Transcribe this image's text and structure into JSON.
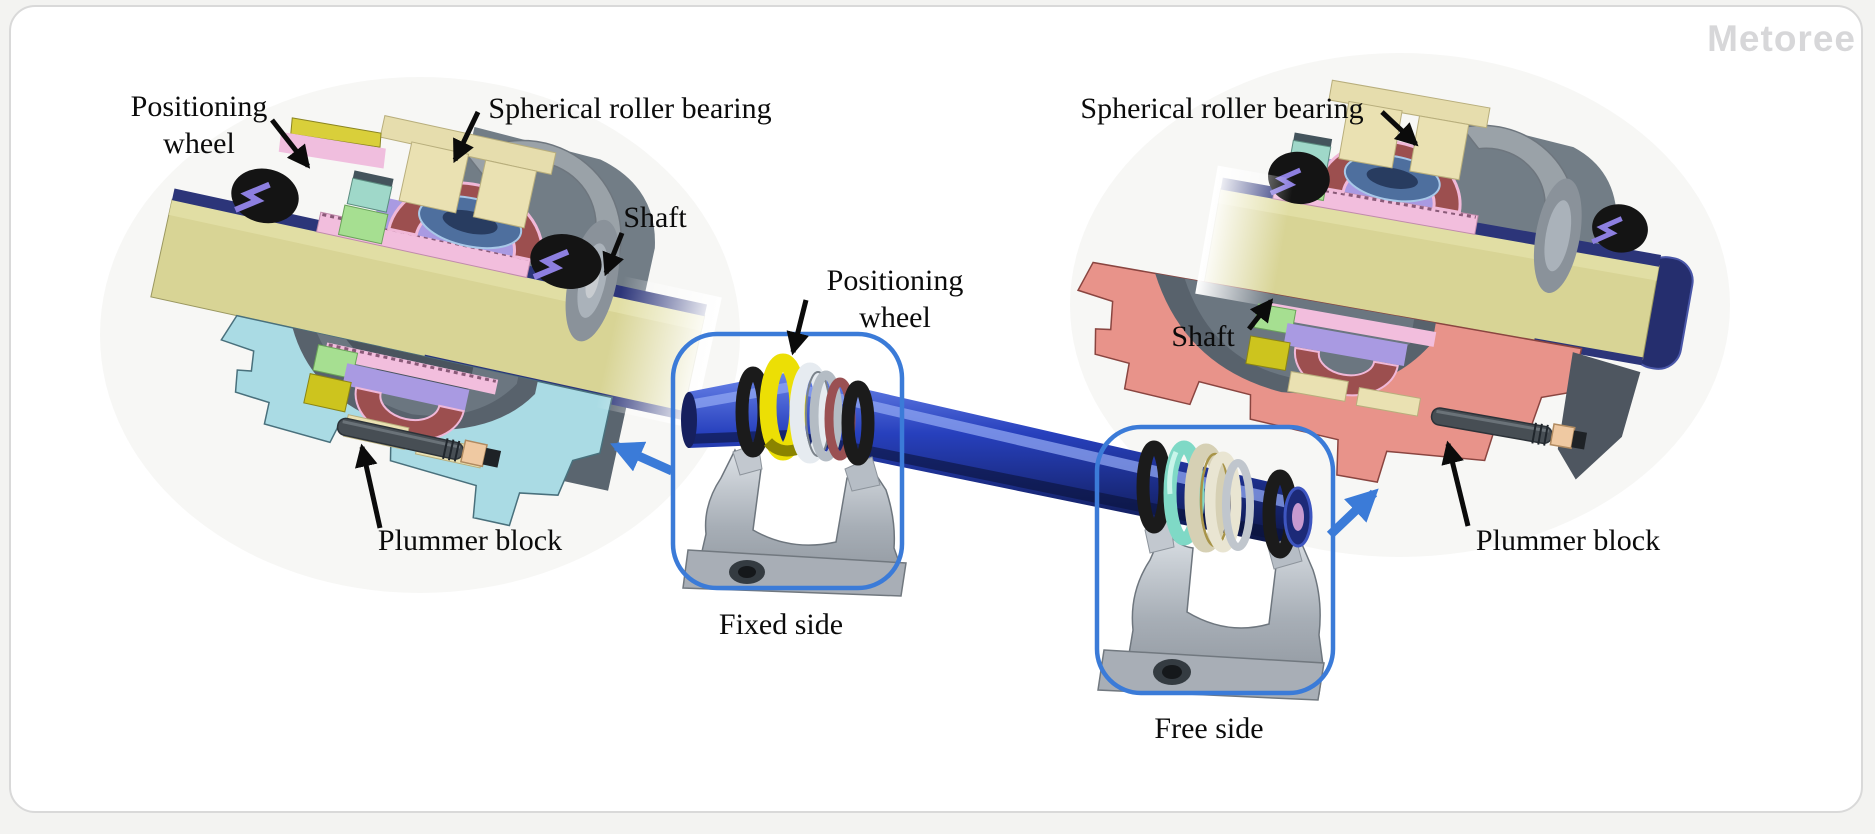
{
  "watermark": "Metoree",
  "labels": {
    "positioning_wheel_left": "Positioning\nwheel",
    "spherical_roller_bearing_left": "Spherical roller bearing",
    "shaft_left": "Shaft",
    "plummer_block_left": "Plummer block",
    "positioning_wheel_center": "Positioning\nwheel",
    "fixed_side": "Fixed side",
    "free_side": "Free side",
    "spherical_roller_bearing_right": "Spherical roller bearing",
    "shaft_right": "Shaft",
    "plummer_block_right": "Plummer block"
  },
  "colors": {
    "accent_blue": "#3b7bd8",
    "label_black": "#0b0b0b",
    "card_border": "#d9d9d9",
    "watermark_gray": "#d7d7d9",
    "shaft_section_tan": "#d8d495",
    "shaft_edge_navy": "#2c3579",
    "housing_fixed_blue": "#aadbe4",
    "housing_free_salmon": "#e8938a",
    "bearing_steel_gray": "#9aa2a8",
    "inner_ring_maroon": "#9c4f4f",
    "sleeve_lavender": "#a99ae2",
    "adapter_pink": "#f2bedd",
    "block_green": "#a6df91",
    "block_teal": "#9fd8c9",
    "cage_cream": "#eae1b2",
    "positioning_wheel_yellow": "#ecdf05",
    "shaft_photo_blue": "#2740bd",
    "rubber_black": "#1b1b1b",
    "pedestal_silver": "#b9bfc6",
    "bolt_peach": "#efc9a2"
  }
}
